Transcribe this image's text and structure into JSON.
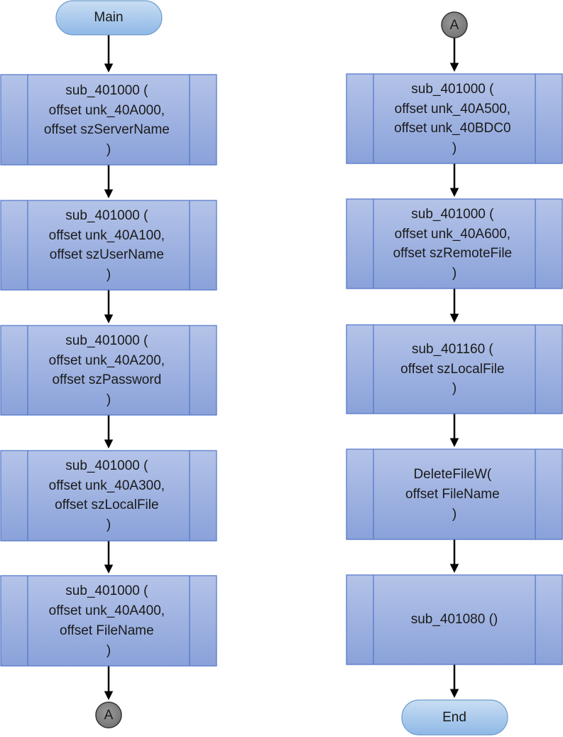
{
  "flowchart": {
    "start": {
      "label": "Main"
    },
    "end": {
      "label": "End"
    },
    "connector_label": "A",
    "left_column": [
      {
        "lines": [
          "sub_401000 (",
          "offset unk_40A000,",
          "offset szServerName",
          ")"
        ]
      },
      {
        "lines": [
          "sub_401000 (",
          "offset unk_40A100,",
          "offset szUserName",
          ")"
        ]
      },
      {
        "lines": [
          "sub_401000 (",
          "offset unk_40A200,",
          "offset szPassword",
          ")"
        ]
      },
      {
        "lines": [
          "sub_401000 (",
          "offset unk_40A300,",
          "offset szLocalFile",
          ")"
        ]
      },
      {
        "lines": [
          "sub_401000 (",
          "offset unk_40A400,",
          "offset FileName",
          ")"
        ]
      }
    ],
    "right_column": [
      {
        "lines": [
          "sub_401000 (",
          "offset unk_40A500,",
          "offset unk_40BDC0",
          ")"
        ]
      },
      {
        "lines": [
          "sub_401000 (",
          "offset unk_40A600,",
          "offset szRemoteFile",
          ")"
        ]
      },
      {
        "lines": [
          "sub_401160 (",
          "offset szLocalFile",
          ")"
        ]
      },
      {
        "lines": [
          "DeleteFileW(",
          "offset FileName",
          ")"
        ]
      },
      {
        "lines": [
          "sub_401080 ()"
        ]
      }
    ],
    "colors": {
      "process_fill_top": "#b4c3e8",
      "process_fill_bottom": "#8aa2da",
      "process_border": "#4f74c7",
      "terminator_fill_top": "#c6dcf2",
      "terminator_fill_bottom": "#8fb8e6",
      "connector_fill": "#7f7f7f",
      "edge": "#000000"
    }
  }
}
